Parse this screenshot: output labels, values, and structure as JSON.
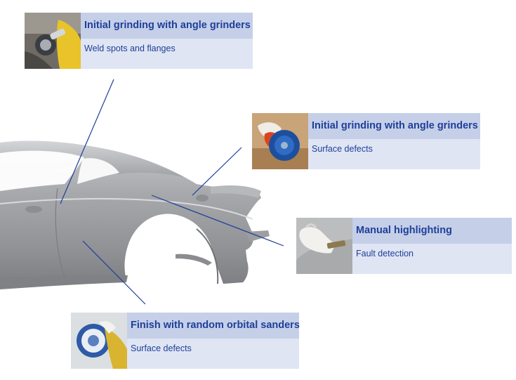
{
  "callouts": [
    {
      "id": "weld-spots",
      "title": "Initial grinding with angle grinders",
      "description": "Weld spots and flanges",
      "icon": "angle-grinder-photo"
    },
    {
      "id": "surface-defects-grinding",
      "title": "Initial grinding with angle grinders",
      "description": "Surface defects",
      "icon": "angle-grinder-disc-photo"
    },
    {
      "id": "manual-highlighting",
      "title": "Manual highlighting",
      "description": "Fault detection",
      "icon": "gloved-hand-photo"
    },
    {
      "id": "orbital-sanders",
      "title": "Finish with random orbital sanders",
      "description": "Surface defects",
      "icon": "orbital-sander-photo"
    }
  ],
  "colors": {
    "title_bg": "#c5cfe8",
    "desc_bg": "#dfe5f3",
    "text": "#1f3f99",
    "leader_line": "#1f3f99",
    "car_body": "#a3a5a8"
  }
}
